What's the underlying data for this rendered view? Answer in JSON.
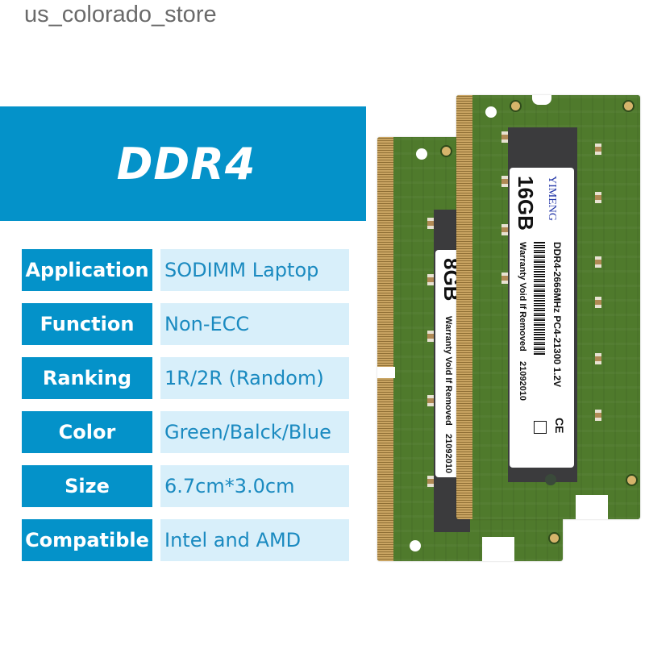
{
  "watermark": "us_colorado_store",
  "banner": {
    "title": "DDR4"
  },
  "specs": [
    {
      "label": "Application",
      "value": "SODIMM Laptop"
    },
    {
      "label": "Function",
      "value": "Non-ECC"
    },
    {
      "label": "Ranking",
      "value": "1R/2R (Random)"
    },
    {
      "label": "Color",
      "value": "Green/Balck/Blue"
    },
    {
      "label": "Size",
      "value": "6.7cm*3.0cm"
    },
    {
      "label": "Compatible",
      "value": "Intel and AMD"
    }
  ],
  "modules": {
    "small": {
      "capacity": "8GB",
      "warranty": "Warranty Void If Removed",
      "date_code": "21092010"
    },
    "large": {
      "brand": "YIMENG",
      "capacity": "16GB",
      "spec": "DDR4-2666MHz  PC4-21300 1.2V",
      "warranty": "Warranty Void If Removed",
      "date_code": "21092010",
      "cert": "CE"
    }
  },
  "colors": {
    "accent": "#0492c9",
    "value_bg": "#d8effa",
    "value_text": "#1a8ac0",
    "pcb": "#4f7a2c"
  }
}
